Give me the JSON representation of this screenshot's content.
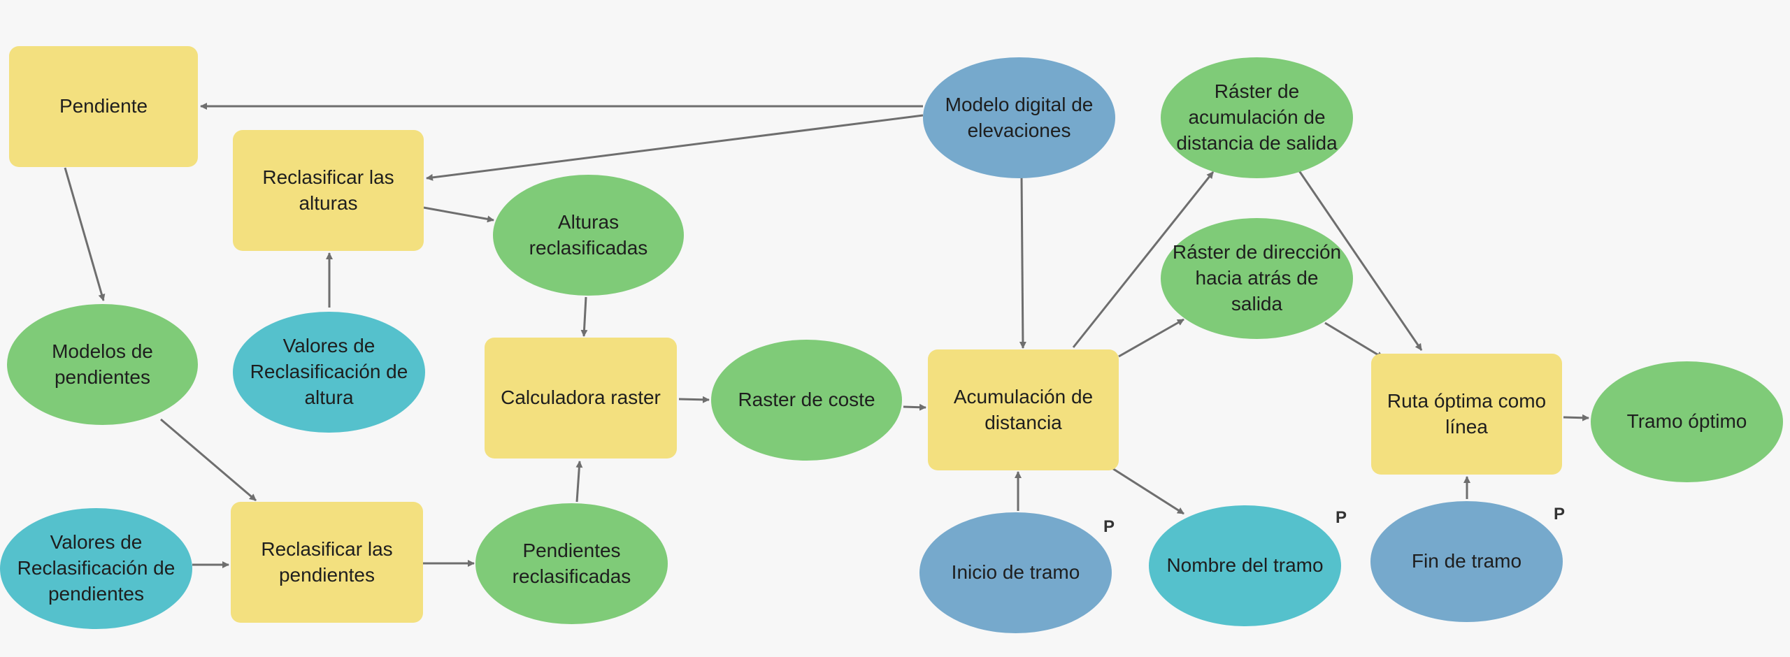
{
  "colors": {
    "process": "#f3e07f",
    "derived_data": "#7fcb78",
    "input_data": "#76a9cc",
    "parameter_value": "#55c1cc",
    "connector": "#6e6e6e",
    "background": "#f7f7f7"
  },
  "nodes": {
    "pendiente": "Pendiente",
    "reclasificar_alturas": "Reclasificar las alturas",
    "modelos_pendientes": "Modelos de pendientes",
    "valores_altura": "Valores de Reclasificación de altura",
    "alturas_reclasificadas": "Alturas reclasificadas",
    "calculadora_raster": "Calculadora raster",
    "valores_pendientes": "Valores de Reclasificación de pendientes",
    "reclasificar_pendientes": "Reclasificar las pendientes",
    "pendientes_reclasificadas": "Pendientes reclasificadas",
    "raster_coste": "Raster de coste",
    "mde": "Modelo digital de elevaciones",
    "acumulacion_distancia": "Acumulación de distancia",
    "inicio_tramo": "Inicio de tramo",
    "nombre_tramo": "Nombre del tramo",
    "raster_acumulacion": "Ráster de acumulación de distancia de salida",
    "raster_direccion": "Ráster de dirección hacia atrás de salida",
    "ruta_optima": "Ruta óptima como línea",
    "fin_tramo": "Fin de tramo",
    "tramo_optimo": "Tramo óptimo"
  },
  "parameter_marks": {
    "inicio_tramo": "P",
    "nombre_tramo": "P",
    "fin_tramo": "P"
  },
  "icons": [
    "arrow-head-icon"
  ]
}
